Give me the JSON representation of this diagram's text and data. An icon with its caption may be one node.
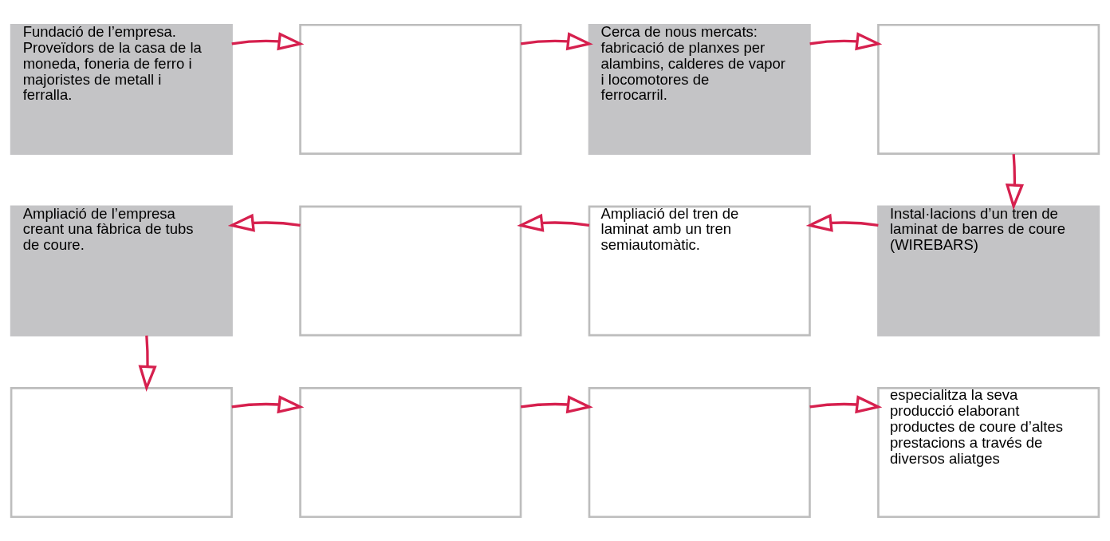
{
  "diagram": {
    "nodes": [
      {
        "text": [
          "Fundació de l’empresa. Proveïdors de la casa de la moneda, foneria de ferro i majoristes de metall i ferralla."
        ]
      },
      {
        "text": [],
        "shape": "box"
      },
      {
        "text": [
          "Cerca de nous mercats: fabricació de planxes per alambins, calderes de vapor i locomotores de ferrocarril."
        ]
      },
      {
        "text": [],
        "shape": "box"
      },
      {
        "text": [
          "Instal·lacions d’un tren de laminat de barres de coure (WIREBARS)"
        ]
      },
      {
        "text": [
          "Ampliació del tren de laminat amb un tren semiautomàtic."
        ]
      },
      {
        "text": [],
        "shape": "box"
      },
      {
        "text": [
          "Ampliació de l’empresa creant una fàbrica de tubs de coure."
        ]
      },
      {
        "text": [],
        "shape": "box"
      },
      {
        "text": [],
        "shape": "box"
      },
      {
        "text": [],
        "shape": "box"
      },
      {
        "text": [
          "especialitza la seva producció elaborant productes de coure d’altes prestacions a través de diversos aliatges"
        ]
      }
    ],
    "edges": [
      {
        "from": 0,
        "to": 1,
        "arrow": "to"
      },
      {
        "from": 1,
        "to": 2,
        "arrow": "to"
      },
      {
        "from": 2,
        "to": 3,
        "arrow": "to"
      },
      {
        "from": 3,
        "to": 4,
        "arrow": "to"
      },
      {
        "from": 4,
        "to": 5,
        "arrow": "to"
      },
      {
        "from": 5,
        "to": 6,
        "arrow": "to"
      },
      {
        "from": 6,
        "to": 7,
        "arrow": "to"
      },
      {
        "from": 7,
        "to": 8,
        "arrow": "to"
      },
      {
        "from": 8,
        "to": 9,
        "arrow": "to"
      },
      {
        "from": 9,
        "to": 10,
        "arrow": "to"
      },
      {
        "from": 10,
        "to": 11,
        "arrow": "to"
      }
    ]
  }
}
